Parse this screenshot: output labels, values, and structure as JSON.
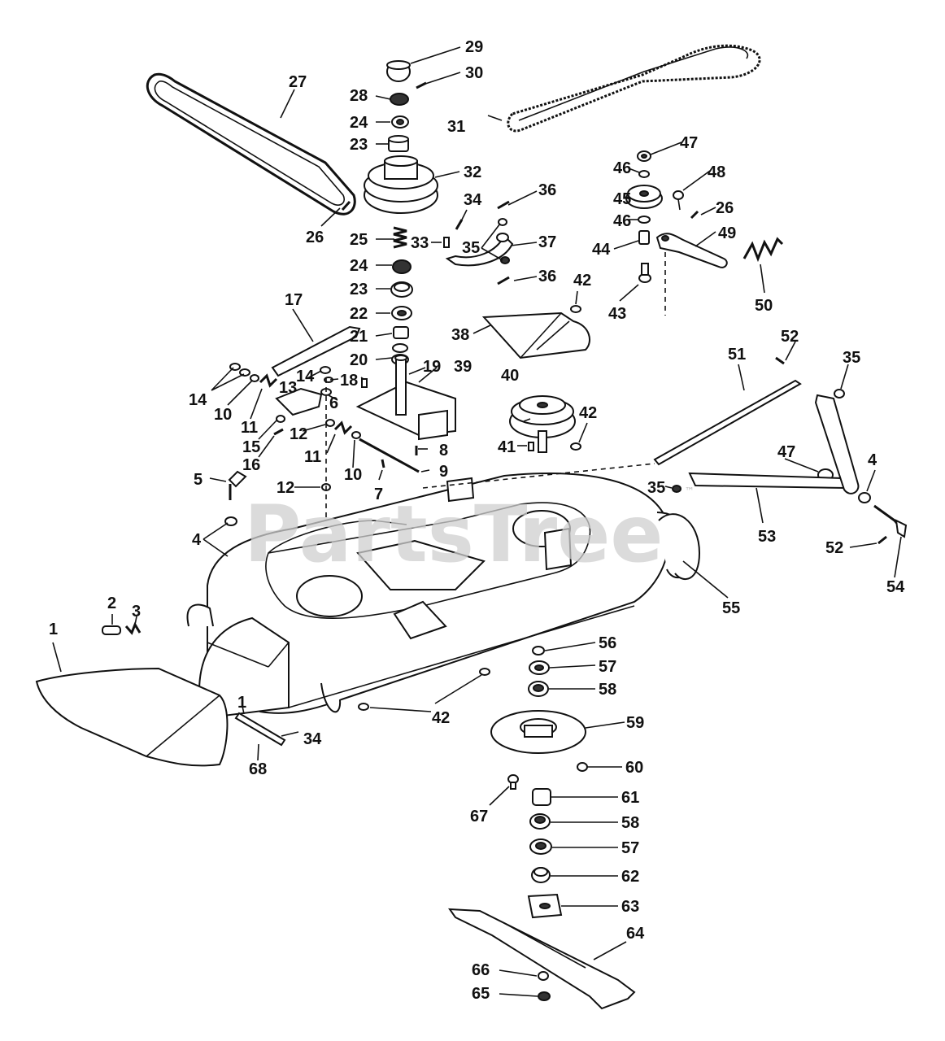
{
  "watermark": {
    "text": "PartsTree",
    "trademark": "™"
  },
  "callouts": [
    {
      "id": "1a",
      "text": "1"
    },
    {
      "id": "1b",
      "text": "1"
    },
    {
      "id": "2",
      "text": "2"
    },
    {
      "id": "3",
      "text": "3"
    },
    {
      "id": "4a",
      "text": "4"
    },
    {
      "id": "4b",
      "text": "4"
    },
    {
      "id": "5",
      "text": "5"
    },
    {
      "id": "6",
      "text": "6"
    },
    {
      "id": "7",
      "text": "7"
    },
    {
      "id": "8",
      "text": "8"
    },
    {
      "id": "9",
      "text": "9"
    },
    {
      "id": "10a",
      "text": "10"
    },
    {
      "id": "10b",
      "text": "10"
    },
    {
      "id": "11a",
      "text": "11"
    },
    {
      "id": "11b",
      "text": "11"
    },
    {
      "id": "12a",
      "text": "12"
    },
    {
      "id": "12b",
      "text": "12"
    },
    {
      "id": "13",
      "text": "13"
    },
    {
      "id": "14a",
      "text": "14"
    },
    {
      "id": "14b",
      "text": "14"
    },
    {
      "id": "15",
      "text": "15"
    },
    {
      "id": "16",
      "text": "16"
    },
    {
      "id": "17",
      "text": "17"
    },
    {
      "id": "18",
      "text": "18"
    },
    {
      "id": "19",
      "text": "19"
    },
    {
      "id": "20",
      "text": "20"
    },
    {
      "id": "21",
      "text": "21"
    },
    {
      "id": "22",
      "text": "22"
    },
    {
      "id": "23a",
      "text": "23"
    },
    {
      "id": "23b",
      "text": "23"
    },
    {
      "id": "24a",
      "text": "24"
    },
    {
      "id": "24b",
      "text": "24"
    },
    {
      "id": "25",
      "text": "25"
    },
    {
      "id": "26a",
      "text": "26"
    },
    {
      "id": "26b",
      "text": "26"
    },
    {
      "id": "27",
      "text": "27"
    },
    {
      "id": "28",
      "text": "28"
    },
    {
      "id": "29",
      "text": "29"
    },
    {
      "id": "30",
      "text": "30"
    },
    {
      "id": "31",
      "text": "31"
    },
    {
      "id": "32",
      "text": "32"
    },
    {
      "id": "33",
      "text": "33"
    },
    {
      "id": "34a",
      "text": "34"
    },
    {
      "id": "34b",
      "text": "34"
    },
    {
      "id": "35a",
      "text": "35"
    },
    {
      "id": "35b",
      "text": "35"
    },
    {
      "id": "35c",
      "text": "35"
    },
    {
      "id": "36a",
      "text": "36"
    },
    {
      "id": "36b",
      "text": "36"
    },
    {
      "id": "37",
      "text": "37"
    },
    {
      "id": "38",
      "text": "38"
    },
    {
      "id": "39",
      "text": "39"
    },
    {
      "id": "40",
      "text": "40"
    },
    {
      "id": "41",
      "text": "41"
    },
    {
      "id": "42a",
      "text": "42"
    },
    {
      "id": "42b",
      "text": "42"
    },
    {
      "id": "42c",
      "text": "42"
    },
    {
      "id": "43",
      "text": "43"
    },
    {
      "id": "44",
      "text": "44"
    },
    {
      "id": "45",
      "text": "45"
    },
    {
      "id": "46a",
      "text": "46"
    },
    {
      "id": "46b",
      "text": "46"
    },
    {
      "id": "47a",
      "text": "47"
    },
    {
      "id": "47b",
      "text": "47"
    },
    {
      "id": "48",
      "text": "48"
    },
    {
      "id": "49",
      "text": "49"
    },
    {
      "id": "50",
      "text": "50"
    },
    {
      "id": "51",
      "text": "51"
    },
    {
      "id": "52a",
      "text": "52"
    },
    {
      "id": "52b",
      "text": "52"
    },
    {
      "id": "53",
      "text": "53"
    },
    {
      "id": "54",
      "text": "54"
    },
    {
      "id": "55",
      "text": "55"
    },
    {
      "id": "56",
      "text": "56"
    },
    {
      "id": "57a",
      "text": "57"
    },
    {
      "id": "57b",
      "text": "57"
    },
    {
      "id": "58a",
      "text": "58"
    },
    {
      "id": "58b",
      "text": "58"
    },
    {
      "id": "59",
      "text": "59"
    },
    {
      "id": "60",
      "text": "60"
    },
    {
      "id": "61",
      "text": "61"
    },
    {
      "id": "62",
      "text": "62"
    },
    {
      "id": "63",
      "text": "63"
    },
    {
      "id": "64",
      "text": "64"
    },
    {
      "id": "65",
      "text": "65"
    },
    {
      "id": "66",
      "text": "66"
    },
    {
      "id": "67",
      "text": "67"
    },
    {
      "id": "68",
      "text": "68"
    }
  ]
}
